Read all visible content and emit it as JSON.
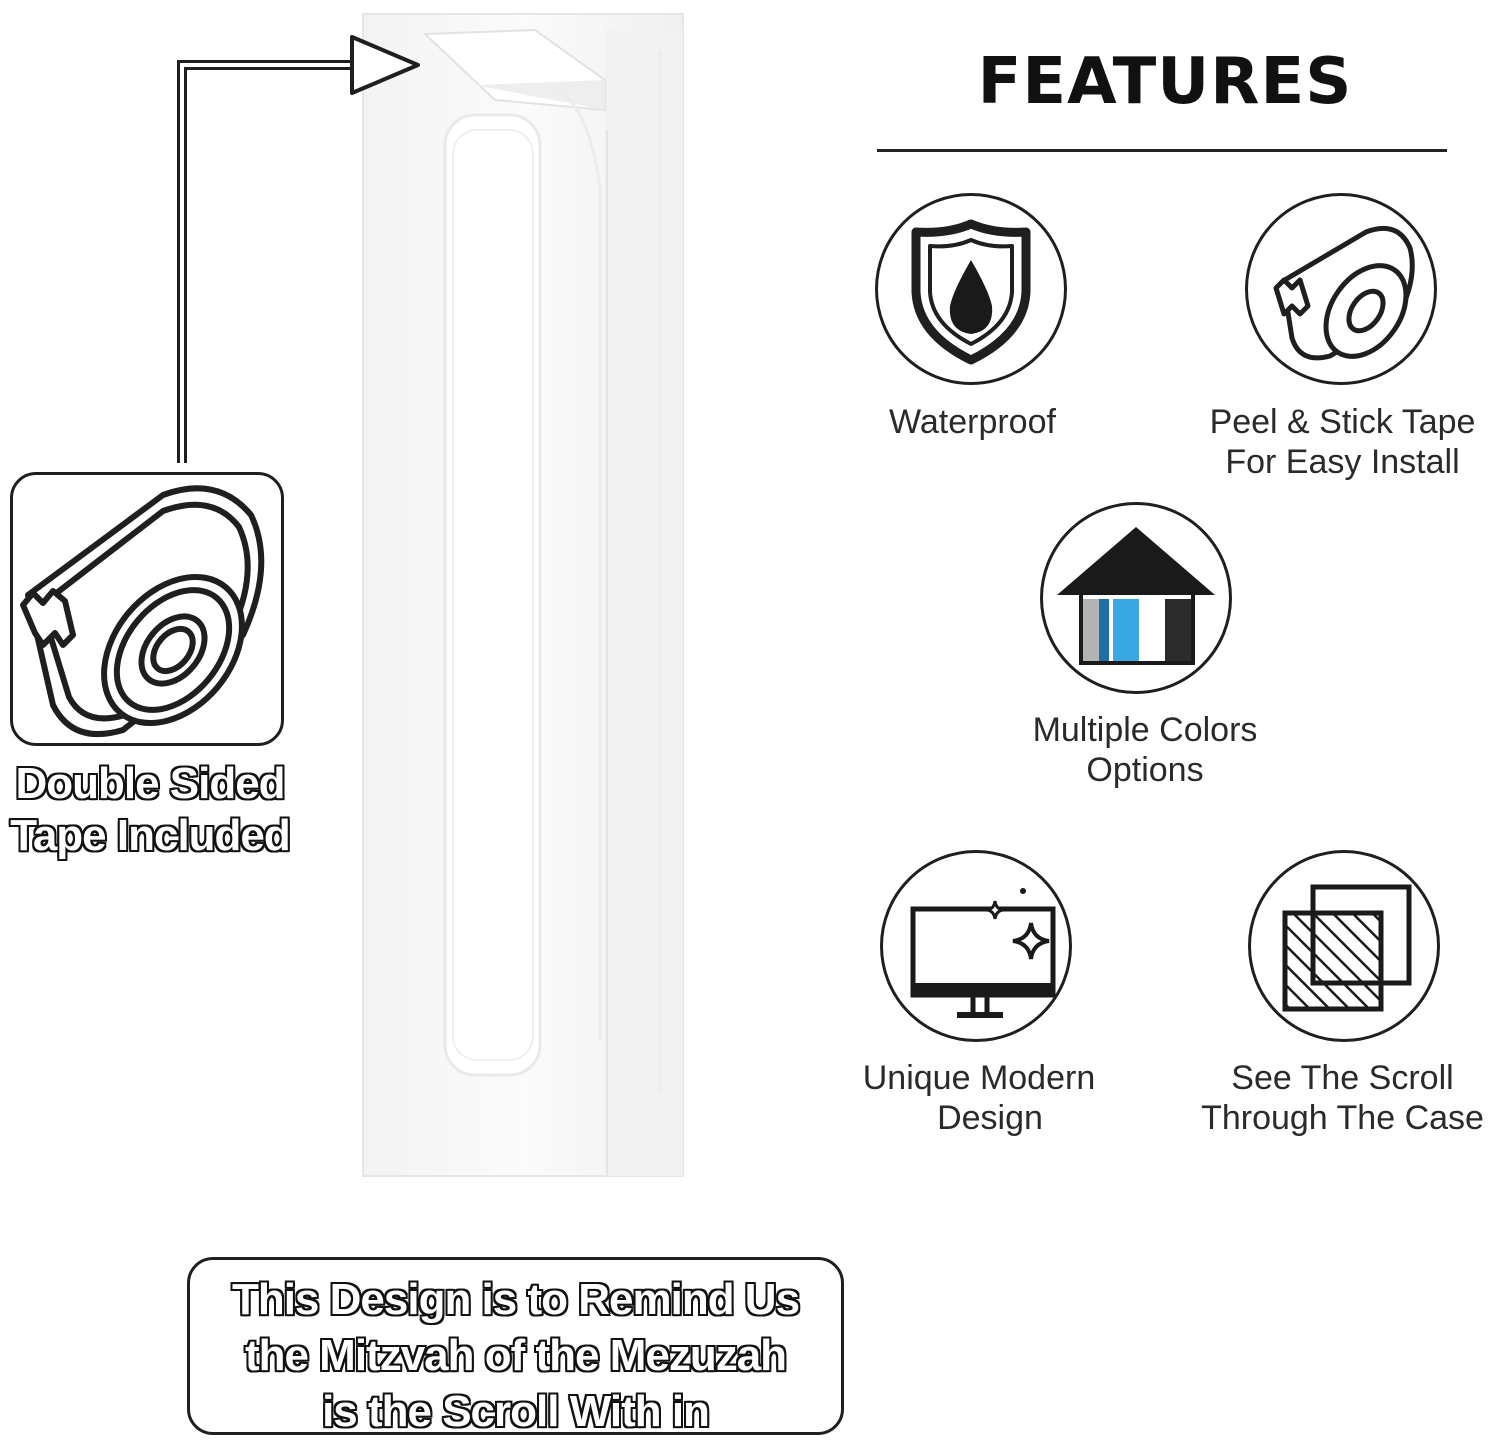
{
  "tape_badge": {
    "icon": "tape-roll-icon",
    "caption_line1": "Double Sided",
    "caption_line2": "Tape Included"
  },
  "features": {
    "title": "FEATURES",
    "items": [
      {
        "icon": "waterproof-shield-drop-icon",
        "line1": "Waterproof",
        "line2": ""
      },
      {
        "icon": "tape-roll-icon",
        "line1": "Peel & Stick Tape",
        "line2": "For Easy Install"
      },
      {
        "icon": "house-colors-icon",
        "line1": "Multiple Colors",
        "line2": "Options"
      },
      {
        "icon": "monitor-sparkle-icon",
        "line1": "Unique Modern",
        "line2": "Design"
      },
      {
        "icon": "overlapping-squares-icon",
        "line1": "See The Scroll",
        "line2": "Through The Case"
      }
    ],
    "color_swatches": [
      "#b3b3b3",
      "#1e6fa8",
      "#3ba7e0",
      "#ffffff",
      "#2b2b2b"
    ]
  },
  "message": {
    "line1": "This Design is to Remind Us",
    "line2": "the Mitzvah of the Mezuzah",
    "line3": "is the Scroll With in"
  }
}
